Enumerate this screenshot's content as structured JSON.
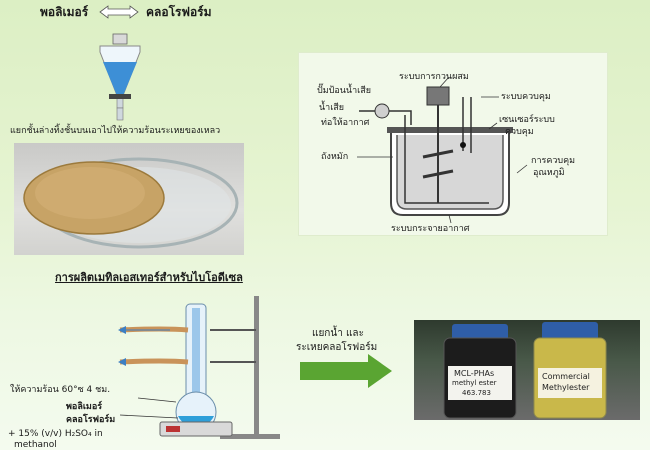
{
  "top_left": {
    "polymer": "พอลิเมอร์",
    "chloroform": "คลอโรฟอร์ม",
    "caption": "แยกชั้นล่างทิ้งชั้นบนเอาไปให้ความร้อนระเหยของเหลว"
  },
  "reactor": {
    "mixing": "ระบบการกวนผสม",
    "pump": "ปั๊มป้อนน้ำเสีย",
    "wastewater": "น้ำเสีย",
    "control": "ระบบควบคุม",
    "air_pipe": "ท่อให้อากาศ",
    "sensor_1": "เซนเซอร์ระบบ",
    "sensor_2": "ควบคุม",
    "tank": "ถังหมัก",
    "temp_1": "การควบคุม",
    "temp_2": "อุณหภูมิ",
    "air_dist": "ระบบกระจายอากาศ"
  },
  "bottom": {
    "heading": "การผลิตเมทิลเอสเทอร์สำหรับไบโอดีเซล",
    "heat": "ให้ความร้อน 60°ซ 4 ชม.",
    "polymer": "พอลิเมอร์",
    "chloroform": "คลอโรฟอร์ม",
    "acid_1": "+ 15% (v/v) H₂SO₄ in",
    "acid_2": "methanol",
    "arrow_1": "แยกน้ำ และ",
    "arrow_2": "ระเหยคลอโรฟอร์ม"
  },
  "bottles": {
    "left_1": "MCL-PHAs",
    "left_2": "methyl ester",
    "left_3": "463.783",
    "right_1": "Commercial",
    "right_2": "Methylester"
  },
  "colors": {
    "green_bg": "#dcefc4",
    "blue_liquid": "#3d8fd6",
    "arrow_green": "#5aa532",
    "bottle_cap": "#2f5ea8"
  }
}
